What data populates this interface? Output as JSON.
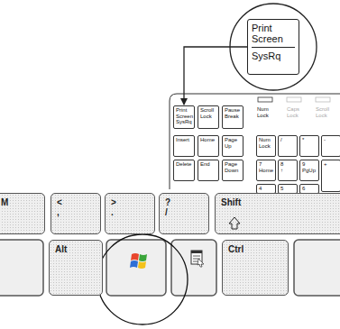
{
  "diagram": {
    "nodes": [
      {
        "text": [
          "Print Screen",
          "SysRq"
        ]
      },
      {
        "text": [
          "Print Screen SysRq"
        ]
      },
      {
        "text": [
          "Scroll Lock"
        ]
      },
      {
        "text": [
          "Pause Break"
        ]
      },
      {
        "text": [
          "Insert"
        ]
      },
      {
        "text": [
          "Home"
        ]
      },
      {
        "text": [
          "Page Up"
        ]
      },
      {
        "text": [
          "Delete"
        ]
      },
      {
        "text": [
          "End"
        ]
      },
      {
        "text": [
          "Page Down"
        ]
      },
      {
        "text": [
          "Num Lock"
        ]
      },
      {
        "text": [
          "/"
        ]
      },
      {
        "text": [
          "*"
        ]
      },
      {
        "text": [
          "-"
        ]
      },
      {
        "text": [
          "7",
          "Home"
        ]
      },
      {
        "text": [
          "8",
          "↑"
        ]
      },
      {
        "text": [
          "9",
          "PgUp"
        ]
      },
      {
        "text": [
          "+"
        ]
      },
      {
        "text": [
          "4"
        ]
      },
      {
        "text": [
          "5"
        ]
      },
      {
        "text": [
          "6"
        ]
      },
      {
        "text": [
          "M"
        ]
      },
      {
        "text": [
          "<",
          ","
        ]
      },
      {
        "text": [
          ">",
          "."
        ]
      },
      {
        "text": [
          "?",
          "/"
        ]
      },
      {
        "text": [
          "Shift"
        ]
      },
      {
        "text": [
          "Alt"
        ]
      },
      {
        "text": [
          "Ctrl"
        ]
      }
    ],
    "edges": [
      {
        "from": 0,
        "to": 1,
        "arrow": "to"
      }
    ],
    "labels": [
      "Num Lock",
      "Caps Lock",
      "Scroll Lock"
    ]
  }
}
